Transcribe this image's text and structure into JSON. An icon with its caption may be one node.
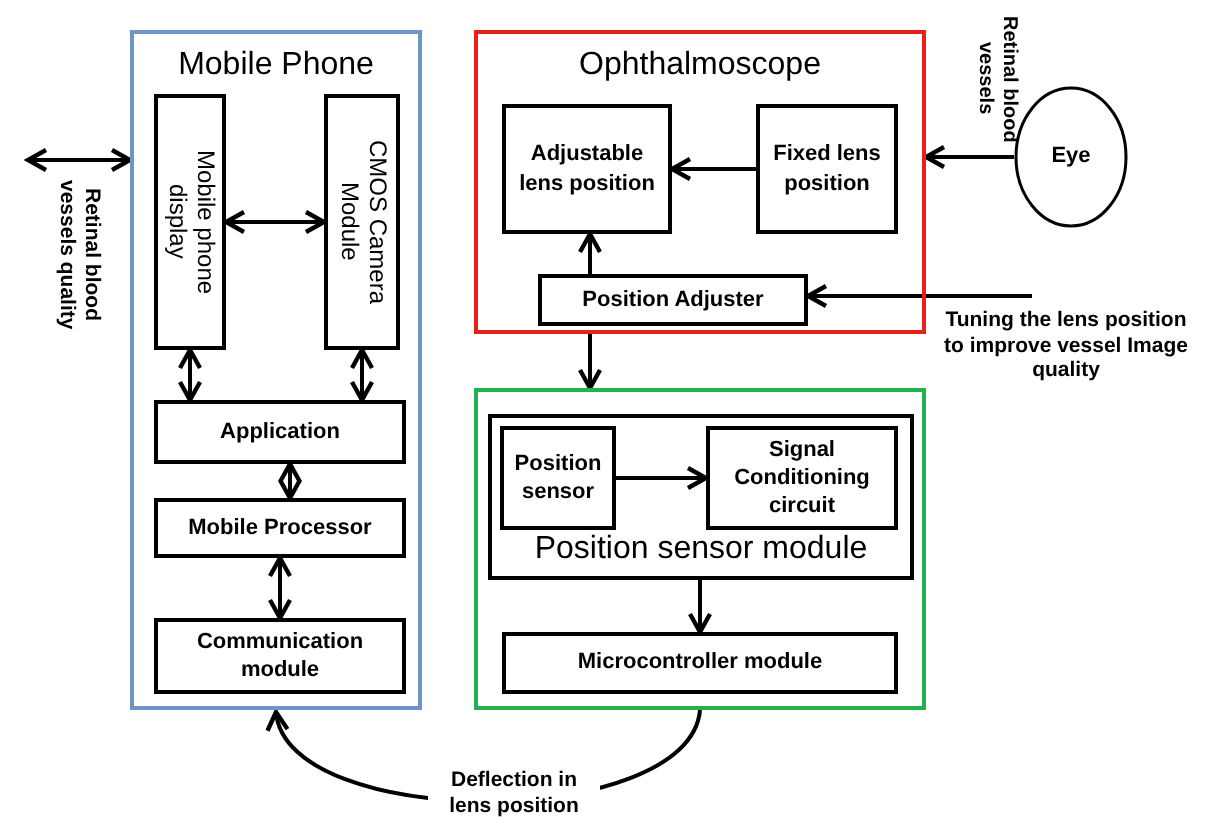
{
  "diagram": {
    "nodes": [
      {
        "text": [
          "Mobile Phone"
        ]
      },
      {
        "text": [
          "Mobile phone display"
        ],
        "in": 0
      },
      {
        "text": [
          "CMOS Camera Module"
        ],
        "in": 0
      },
      {
        "text": [
          "Application"
        ],
        "in": 0
      },
      {
        "text": [
          "Mobile Processor"
        ],
        "in": 0
      },
      {
        "text": [
          "Communication module"
        ],
        "in": 0
      },
      {
        "text": [
          "Ophthalmoscope"
        ]
      },
      {
        "text": [
          "Adjustable lens position"
        ],
        "in": 6
      },
      {
        "text": [
          "Fixed lens position"
        ],
        "in": 6
      },
      {
        "text": [
          "Position Adjuster"
        ],
        "in": 6
      },
      {
        "text": [
          "Eye"
        ]
      },
      {
        "text": [],
        "shape": "box"
      },
      {
        "text": [
          "Position sensor module"
        ],
        "in": 11
      },
      {
        "text": [
          "Position sensor"
        ],
        "in": 12
      },
      {
        "text": [
          "Signal Conditioning circuit"
        ],
        "in": 12
      },
      {
        "text": [
          "Microcontroller module"
        ],
        "in": 11
      }
    ],
    "edges": [
      {
        "from": null,
        "to": 0,
        "arrow": "both",
        "label": "Retinal blood vessels quality"
      },
      {
        "from": 1,
        "to": 2,
        "arrow": "both"
      },
      {
        "from": 1,
        "to": 3,
        "arrow": "both"
      },
      {
        "from": 2,
        "to": 3,
        "arrow": "both"
      },
      {
        "from": 3,
        "to": 4,
        "arrow": "both"
      },
      {
        "from": 4,
        "to": 5,
        "arrow": "both"
      },
      {
        "from": 10,
        "to": 6,
        "arrow": "to",
        "label": "Retinal blood vessels"
      },
      {
        "from": 8,
        "to": 7,
        "arrow": "to"
      },
      {
        "from": 9,
        "to": 7,
        "arrow": "to"
      },
      {
        "from": null,
        "to": 9,
        "arrow": "to",
        "label": "Tuning the lens position to improve vessel Image quality"
      },
      {
        "from": 6,
        "to": 11,
        "arrow": "to"
      },
      {
        "from": 13,
        "to": 14,
        "arrow": "to"
      },
      {
        "from": 12,
        "to": 15,
        "arrow": "to"
      },
      {
        "from": 11,
        "to": 0,
        "arrow": "to",
        "label": "Deflection in lens position"
      }
    ]
  }
}
